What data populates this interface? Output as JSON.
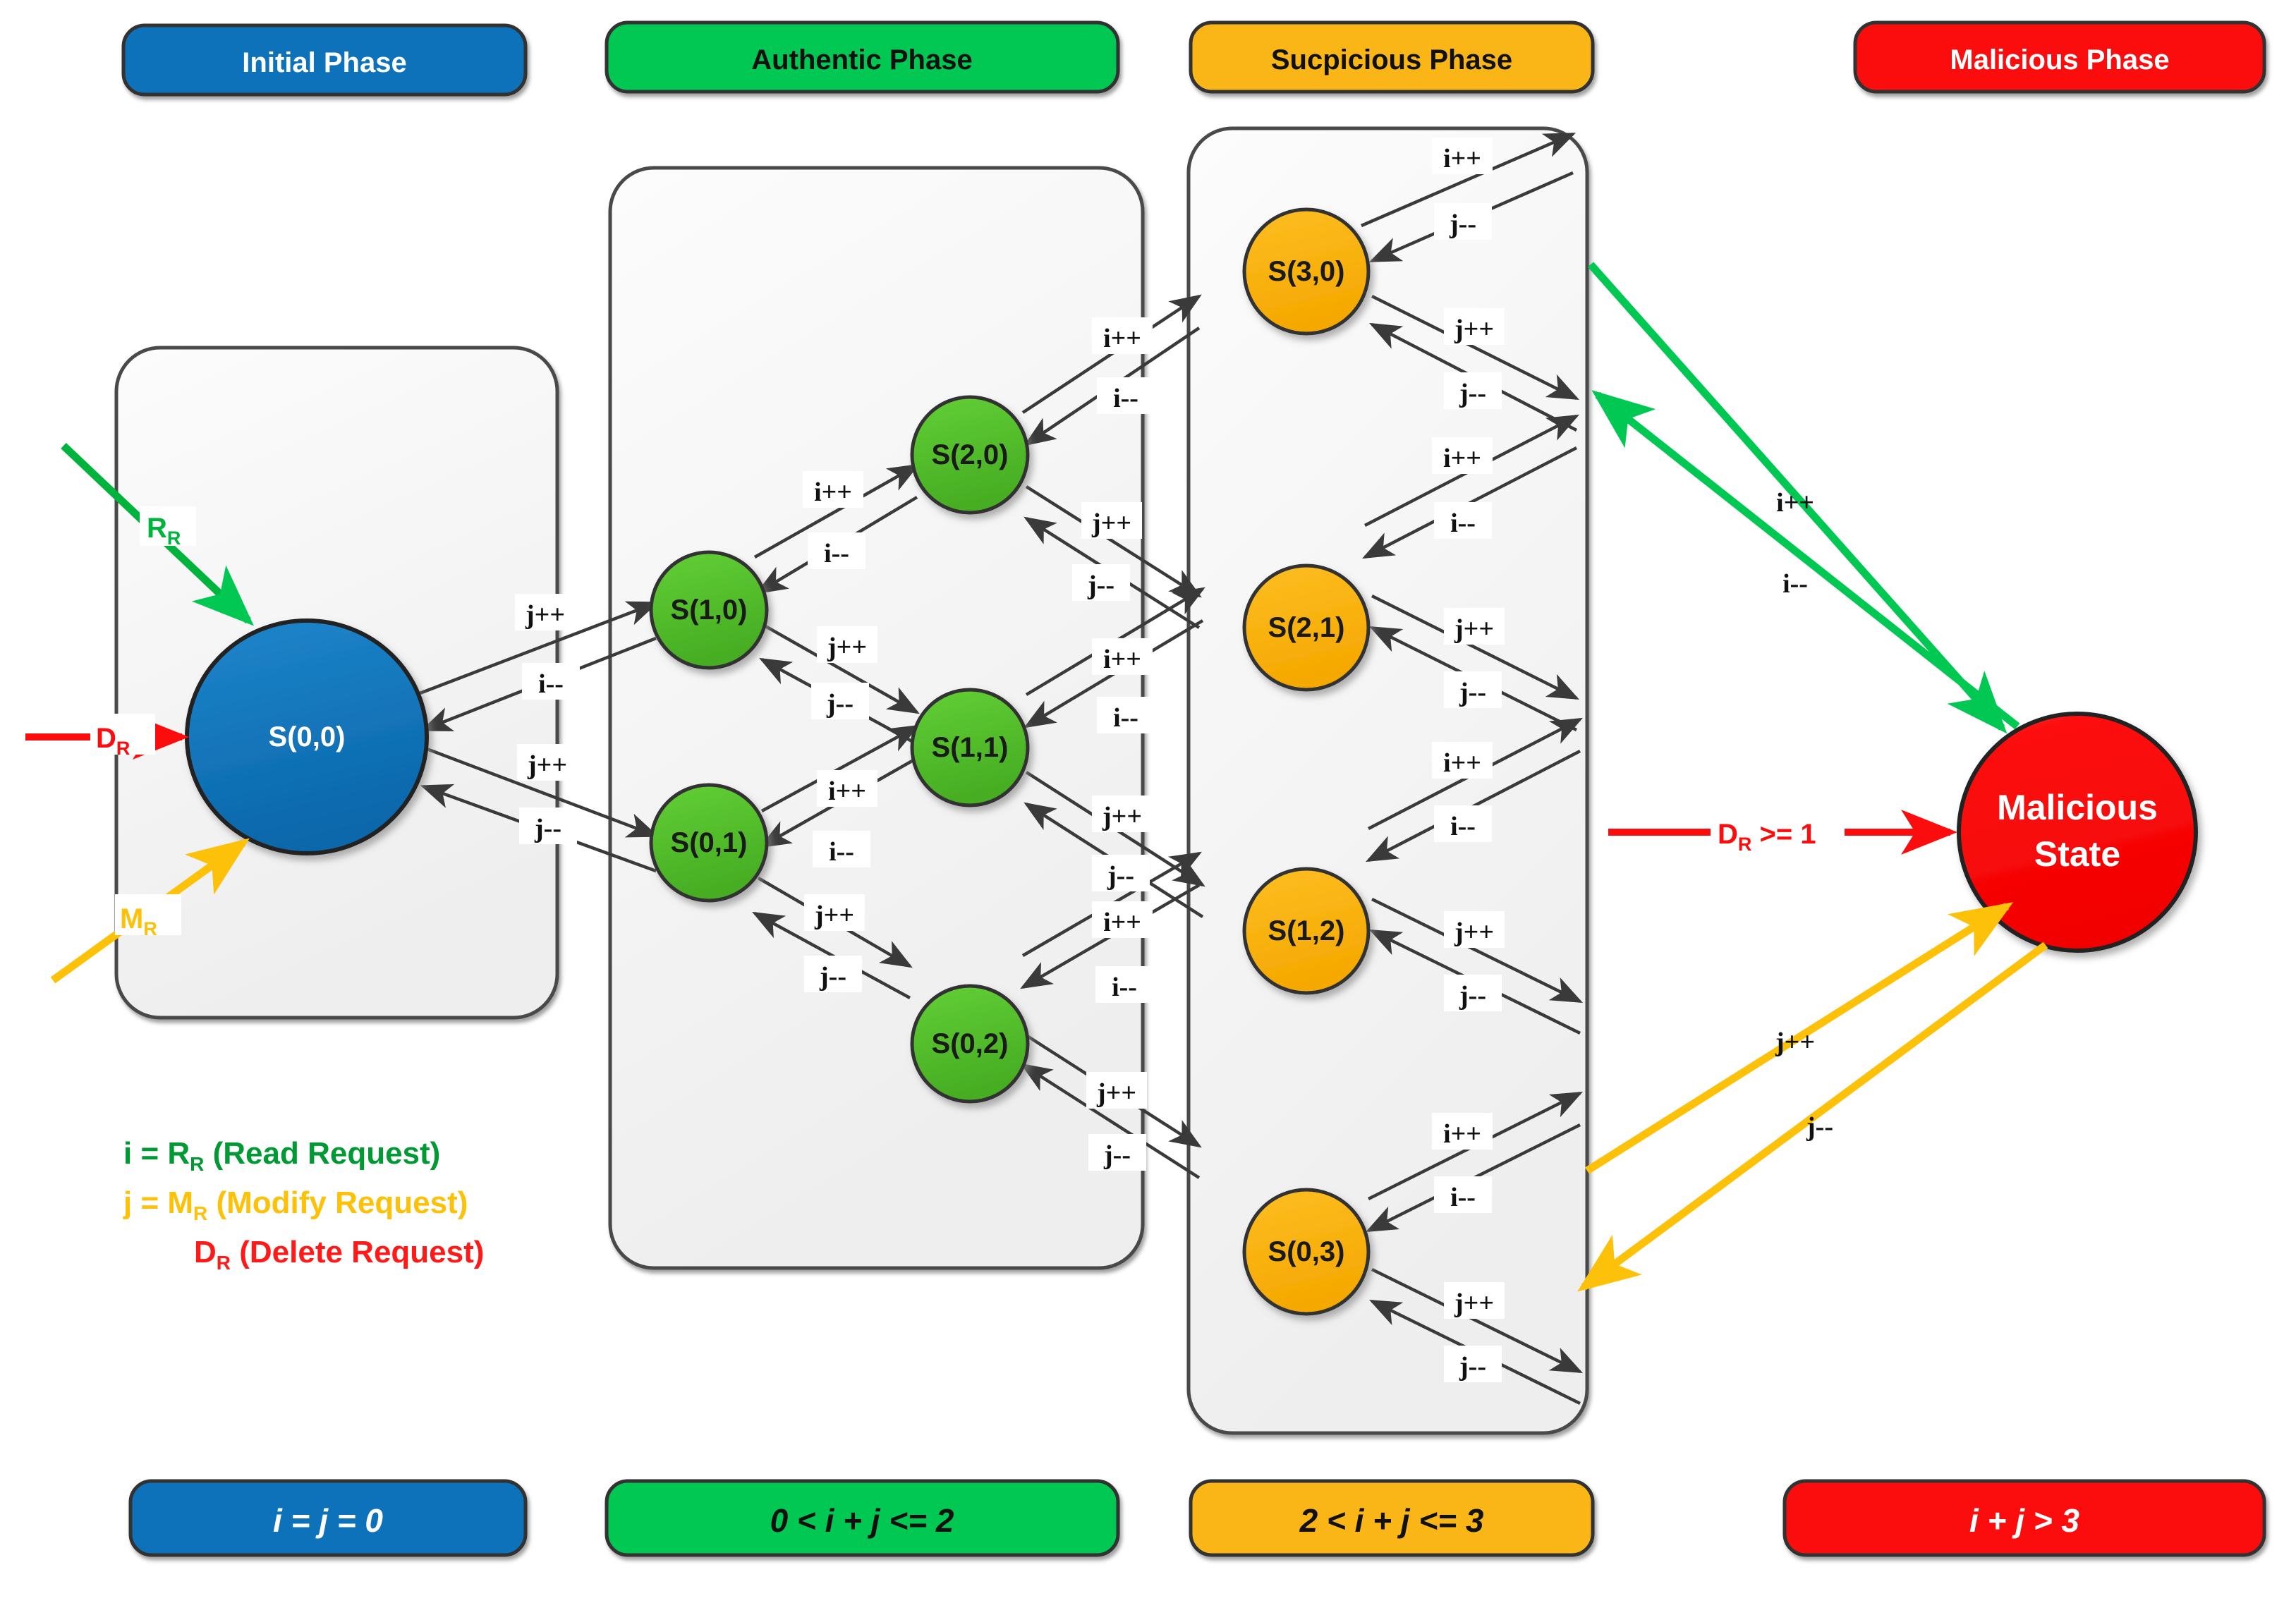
{
  "phases": [
    {
      "id": "initial",
      "label": "Initial Phase",
      "color": "#0d72b9",
      "text_color": "#ffffff",
      "condition": "i = j = 0"
    },
    {
      "id": "authentic",
      "label": "Authentic Phase",
      "color": "#00c853",
      "text_color": "#111111",
      "condition": "0 < i + j  <= 2"
    },
    {
      "id": "suspicious",
      "label": "Sucpicious Phase",
      "color": "#f9b615",
      "text_color": "#111111",
      "condition": "2 < i + j  <= 3"
    },
    {
      "id": "malicious",
      "label": "Malicious Phase",
      "color": "#fc0d0d",
      "text_color": "#ffffff",
      "condition": "i + j  > 3"
    }
  ],
  "nodes": [
    {
      "id": "s00",
      "label": "S(0,0)",
      "phase": "initial",
      "color": "#0d72b9",
      "text_color": "#ffffff"
    },
    {
      "id": "s10",
      "label": "S(1,0)",
      "phase": "authentic",
      "color": "#54c02c",
      "text_color": "#111111"
    },
    {
      "id": "s01",
      "label": "S(0,1)",
      "phase": "authentic",
      "color": "#54c02c",
      "text_color": "#111111"
    },
    {
      "id": "s20",
      "label": "S(2,0)",
      "phase": "authentic",
      "color": "#54c02c",
      "text_color": "#111111"
    },
    {
      "id": "s11",
      "label": "S(1,1)",
      "phase": "authentic",
      "color": "#54c02c",
      "text_color": "#111111"
    },
    {
      "id": "s02",
      "label": "S(0,2)",
      "phase": "authentic",
      "color": "#54c02c",
      "text_color": "#111111"
    },
    {
      "id": "s30",
      "label": "S(3,0)",
      "phase": "suspicious",
      "color": "#f9b615",
      "text_color": "#111111"
    },
    {
      "id": "s21",
      "label": "S(2,1)",
      "phase": "suspicious",
      "color": "#f9b615",
      "text_color": "#111111"
    },
    {
      "id": "s12",
      "label": "S(1,2)",
      "phase": "suspicious",
      "color": "#f9b615",
      "text_color": "#111111"
    },
    {
      "id": "s03",
      "label": "S(0,3)",
      "phase": "suspicious",
      "color": "#f9b615",
      "text_color": "#111111"
    },
    {
      "id": "mal",
      "label": "Malicious State",
      "label_line1": "Malicious",
      "label_line2": "State",
      "phase": "malicious",
      "color": "#fc0d0d",
      "text_color": "#ffffff"
    }
  ],
  "entry_arrows": [
    {
      "id": "read-entry",
      "label": "R",
      "sub": "R",
      "color": "#00b33c"
    },
    {
      "id": "delete-entry",
      "label": "D",
      "sub": "R",
      "color": "#fc0d0d"
    },
    {
      "id": "modify-entry",
      "label": "M",
      "sub": "R",
      "color": "#fcc108"
    }
  ],
  "malicious_entry": {
    "label": "D",
    "sub": "R",
    "rest": " >= 1",
    "color": "#fc0d0d"
  },
  "edge_labels": {
    "i_inc": "i++",
    "i_dec": "i--",
    "j_inc": "j++",
    "j_dec": "j--"
  },
  "legend": [
    {
      "text": "i = R",
      "sub": "R",
      "rest": " (Read Request)",
      "color": "#009933"
    },
    {
      "text": "j = M",
      "sub": "R",
      "rest": " (Modify Request)",
      "color": "#fcc108"
    },
    {
      "text": "D",
      "sub": "R",
      "rest": " (Delete Request)",
      "color": "#ff1a1a"
    }
  ],
  "colors": {
    "edge": "#3a3a3a",
    "group_box_fill": "#f2f2f2",
    "group_box_stroke": "#4a4a4a",
    "pill_stroke": "#333333",
    "green_transition": "#00c853",
    "yellow_transition": "#fcc108",
    "red_transition": "#fc0d0d"
  }
}
